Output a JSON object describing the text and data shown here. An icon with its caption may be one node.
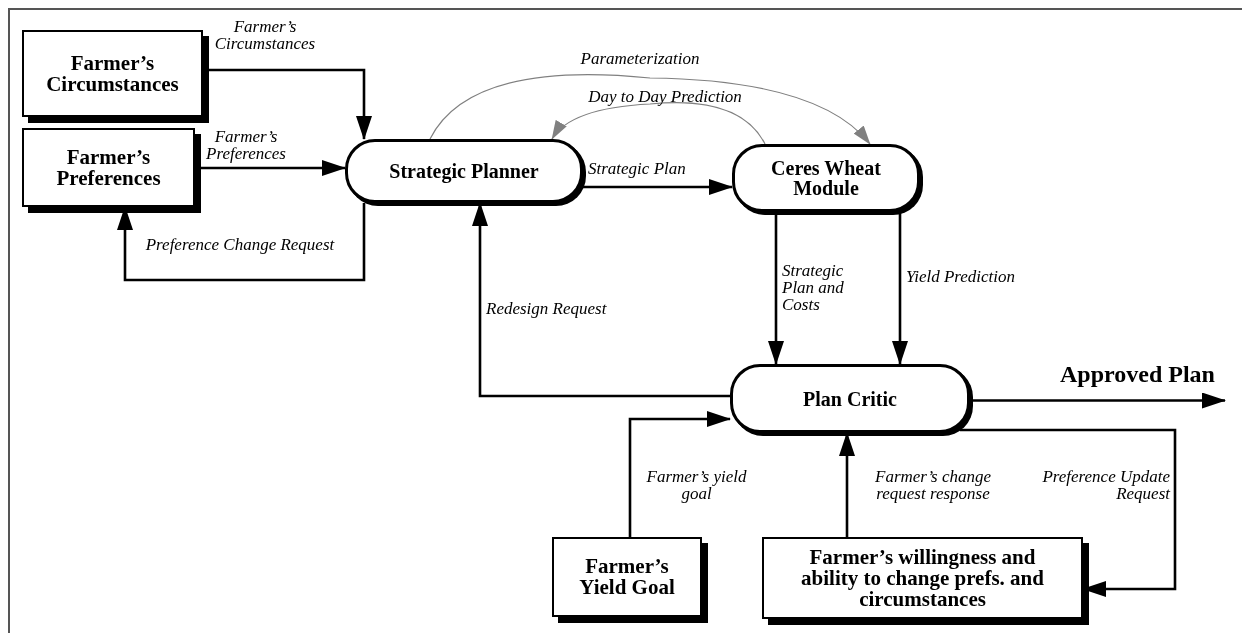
{
  "diagram": {
    "nodes": [
      {
        "text": [
          "Farmer’s Circumstances"
        ]
      },
      {
        "text": [
          "Farmer’s Preferences"
        ]
      },
      {
        "text": [
          "Strategic Planner"
        ]
      },
      {
        "text": [
          "Ceres Wheat Module"
        ]
      },
      {
        "text": [
          "Plan Critic"
        ]
      },
      {
        "text": [
          "Farmer’s Yield Goal"
        ]
      },
      {
        "text": [
          "Farmer’s willingness and ability to change prefs. and circumstances"
        ]
      }
    ],
    "edges": [
      {
        "from": 0,
        "to": 2,
        "arrow": "to",
        "label": "Farmer’s Circumstances"
      },
      {
        "from": 1,
        "to": 2,
        "arrow": "to",
        "label": "Farmer’s Preferences"
      },
      {
        "from": 2,
        "to": 1,
        "arrow": "to",
        "label": "Preference Change Request"
      },
      {
        "from": 2,
        "to": 3,
        "arrow": "to",
        "label": "Strategic Plan"
      },
      {
        "from": 2,
        "to": 3,
        "arrow": "to",
        "label": "Parameterization",
        "color": "#808080"
      },
      {
        "from": 3,
        "to": 2,
        "arrow": "to",
        "label": "Day to Day Prediction",
        "color": "#808080"
      },
      {
        "from": 3,
        "to": 4,
        "arrow": "to",
        "label": "Strategic Plan and Costs"
      },
      {
        "from": 3,
        "to": 4,
        "arrow": "to",
        "label": "Yield Prediction"
      },
      {
        "from": 4,
        "to": 2,
        "arrow": "to",
        "label": "Redesign Request"
      },
      {
        "from": 4,
        "to": null,
        "arrow": "to",
        "label": "Approved Plan"
      },
      {
        "from": 5,
        "to": 4,
        "arrow": "to",
        "label": "Farmer’s yield goal"
      },
      {
        "from": 6,
        "to": 4,
        "arrow": "to",
        "label": "Farmer’s change request response"
      },
      {
        "from": 4,
        "to": 6,
        "arrow": "to",
        "label": "Preference Update Request"
      }
    ]
  }
}
